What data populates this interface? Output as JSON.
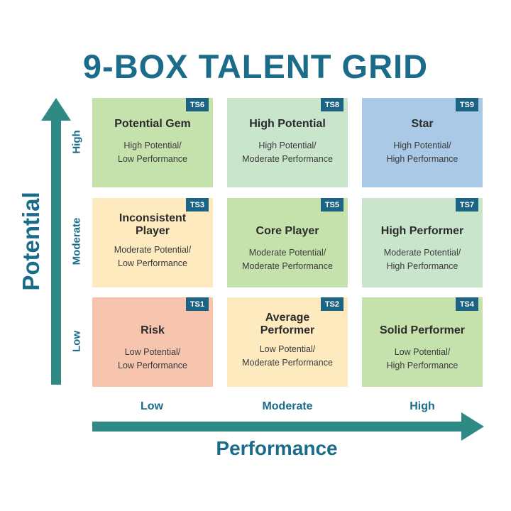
{
  "title": "9-BOX TALENT GRID",
  "axes": {
    "y_title": "Potential",
    "x_title": "Performance",
    "y_levels": [
      "High",
      "Moderate",
      "Low"
    ],
    "x_levels": [
      "Low",
      "Moderate",
      "High"
    ]
  },
  "colors": {
    "title": "#1a6c8a",
    "arrow": "#2f8a86",
    "code_badge": "#1d6383"
  },
  "boxes": [
    {
      "code": "TS6",
      "name": "Potential Gem",
      "desc1": "High Potential/",
      "desc2": "Low Performance",
      "color": "#c5e2ad",
      "row": "High",
      "col": "Low"
    },
    {
      "code": "TS8",
      "name": "High Potential",
      "desc1": "High Potential/",
      "desc2": "Moderate Performance",
      "color": "#c9e6cd",
      "row": "High",
      "col": "Moderate"
    },
    {
      "code": "TS9",
      "name": "Star",
      "desc1": "High Potential/",
      "desc2": "High Performance",
      "color": "#a9c9e6",
      "row": "High",
      "col": "High"
    },
    {
      "code": "TS3",
      "name": "Inconsistent Player",
      "desc1": "Moderate Potential/",
      "desc2": "Low Performance",
      "color": "#fdeabf",
      "row": "Moderate",
      "col": "Low"
    },
    {
      "code": "TS5",
      "name": "Core Player",
      "desc1": "Moderate Potential/",
      "desc2": "Moderate Performance",
      "color": "#c5e2ad",
      "row": "Moderate",
      "col": "Moderate"
    },
    {
      "code": "TS7",
      "name": "High Performer",
      "desc1": "Moderate Potential/",
      "desc2": "High Performance",
      "color": "#c9e6cd",
      "row": "Moderate",
      "col": "High"
    },
    {
      "code": "TS1",
      "name": "Risk",
      "desc1": "Low Potential/",
      "desc2": "Low Performance",
      "color": "#f7c5ad",
      "row": "Low",
      "col": "Low"
    },
    {
      "code": "TS2",
      "name": "Average Performer",
      "desc1": "Low Potential/",
      "desc2": "Moderate Performance",
      "color": "#fdeabf",
      "row": "Low",
      "col": "Moderate"
    },
    {
      "code": "TS4",
      "name": "Solid Performer",
      "desc1": "Low Potential/",
      "desc2": "High Performance",
      "color": "#c5e2ad",
      "row": "Low",
      "col": "High"
    }
  ]
}
